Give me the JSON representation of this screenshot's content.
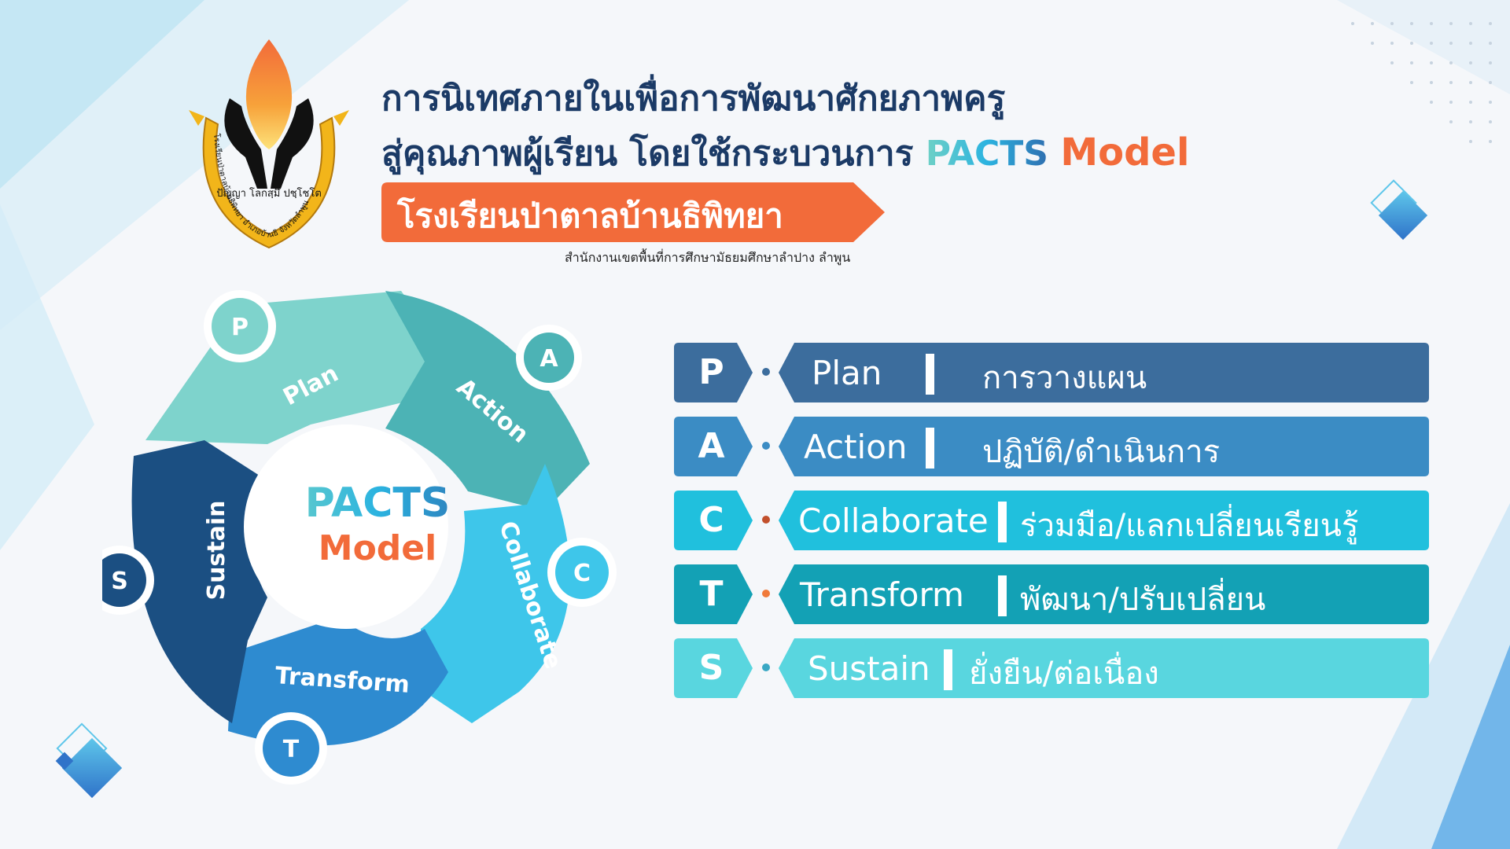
{
  "title": {
    "line1": "การนิเทศภายในเพื่อการพัฒนาศักยภาพครู",
    "line2_prefix": "สู่คุณภาพผู้เรียน โดยใช้กระบวนการ",
    "line2_pacts": "PACTS",
    "line2_model": "Model"
  },
  "school": {
    "name": "โรงเรียนป่าตาลบ้านธิพิทยา",
    "office": "สำนักงานเขตพื้นที่การศึกษามัธยมศึกษาลำปาง ลำพูน"
  },
  "logo": {
    "motto": "ปัญญา โลกสฺมึ ปชฺโชโต",
    "ring_text": "โรงเรียนป่าตาลบ้านธิพิทยา อำเภอบ้านธิ จังหวัดลำพูน"
  },
  "wheel": {
    "center_title": "PACTS",
    "center_subtitle": "Model",
    "segments": [
      {
        "label": "Plan",
        "letter": "P",
        "color": "#7ed3cc"
      },
      {
        "label": "Action",
        "letter": "A",
        "color": "#4cb3b5"
      },
      {
        "label": "Collaborate",
        "letter": "C",
        "color": "#3ec6ea"
      },
      {
        "label": "Transform",
        "letter": "T",
        "color": "#2e8bd0"
      },
      {
        "label": "Sustain",
        "letter": "S",
        "color": "#1b4f82"
      }
    ]
  },
  "rows": [
    {
      "letter": "P",
      "english": "Plan",
      "thai": "การวางแผน",
      "color": "#3c6d9d",
      "dot": "#3c6d9d"
    },
    {
      "letter": "A",
      "english": "Action",
      "thai": "ปฏิบัติ/ดำเนินการ",
      "color": "#3b8cc4",
      "dot": "#3b8cc4"
    },
    {
      "letter": "C",
      "english": "Collaborate",
      "thai": "ร่วมมือ/แลกเปลี่ยนเรียนรู้",
      "color": "#20c0dd",
      "dot": "#c2502c"
    },
    {
      "letter": "T",
      "english": "Transform",
      "thai": "พัฒนา/ปรับเปลี่ยน",
      "color": "#13a1b5",
      "dot": "#f07a3a"
    },
    {
      "letter": "S",
      "english": "Sustain",
      "thai": "ยั่งยืน/ต่อเนื่อง",
      "color": "#59d6df",
      "dot": "#3aa8c4"
    }
  ],
  "colors": {
    "title": "#1b3a66",
    "accent_orange": "#f26b3a"
  }
}
